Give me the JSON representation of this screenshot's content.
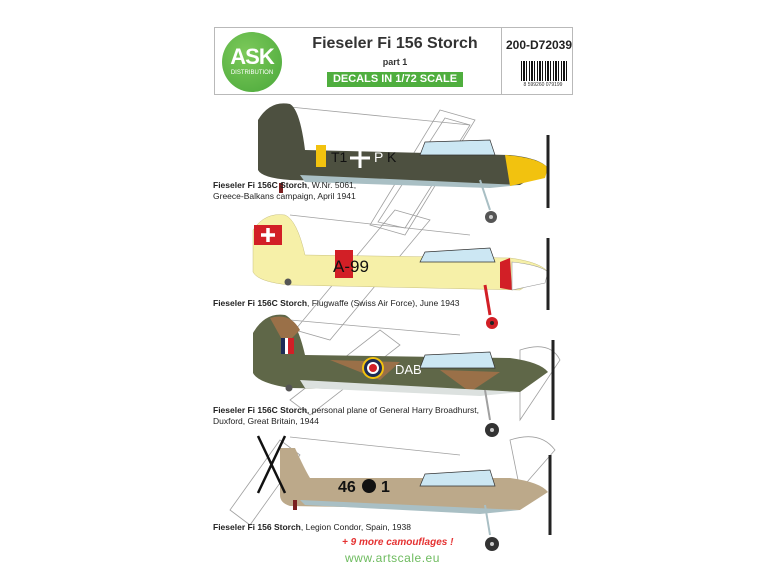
{
  "header": {
    "logo": {
      "main": "ASK",
      "sub": "DISTRIBUTION",
      "color": "#4fae3e"
    },
    "title": "Fieseler Fi 156 Storch",
    "subtitle": "part 1",
    "scale_badge": "DECALS IN 1/72 SCALE",
    "product_code": "200-D72039",
    "barcode_number": "8 599260 079199"
  },
  "profiles": [
    {
      "caption_bold": "Fieseler Fi 156C Storch",
      "caption_rest": ", W.Nr. 5061,",
      "caption_line2": "Greece-Balkans campaign, April 1941",
      "marking": "T1  PK",
      "colors": {
        "fuselage": "#4d5040",
        "nose": "#f2c20f",
        "underside": "#a9bfc4"
      }
    },
    {
      "caption_bold": "Fieseler Fi 156C Storch",
      "caption_rest": ", Flugwaffe (Swiss Air Force), June 1943",
      "caption_line2": "",
      "marking": "A-99",
      "colors": {
        "fuselage": "#f6f0a8",
        "accent": "#d21f26"
      }
    },
    {
      "caption_bold": "Fieseler Fi 156C Storch",
      "caption_rest": ", personal plane of General Harry Broadhurst,",
      "caption_line2": "Duxford, Great Britain, 1944",
      "marking": "DAB",
      "colors": {
        "green": "#5f6748",
        "brown": "#9a7048",
        "underside": "#dce1df"
      }
    },
    {
      "caption_bold": "Fieseler Fi 156 Storch",
      "caption_rest": ", Legion Condor, Spain, 1938",
      "caption_line2": "",
      "marking": "46 1",
      "colors": {
        "fuselage": "#bca98a",
        "underside": "#a9bfc4"
      }
    }
  ],
  "footer": {
    "more_text": "+ 9 more camouflages !",
    "website": "www.artscale.eu"
  }
}
